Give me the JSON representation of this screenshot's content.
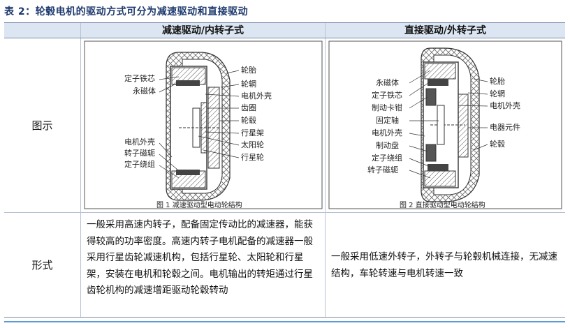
{
  "caption": "表 2：轮毂电机的驱动方式可分为减速驱动和直接驱动",
  "headers": {
    "col1": "减速驱动/内转子式",
    "col2": "直接驱动/外转子式"
  },
  "rows": {
    "figure_label": "图示",
    "form_label": "形式"
  },
  "figure1": {
    "caption": "图 1 减速驱动型电动轮结构",
    "left_labels": [
      "定子铁芯",
      "永磁体",
      "电机外壳",
      "转子磁轭",
      "定子绕组"
    ],
    "right_labels": [
      "轮胎",
      "轮辋",
      "电机外壳",
      "齿圈",
      "轮毂",
      "行星架",
      "太阳轮",
      "行星轮"
    ]
  },
  "figure2": {
    "caption": "图 2 直接驱动型电动轮结构",
    "left_labels": [
      "永磁体",
      "定子铁芯",
      "制动卡钳",
      "固定轴",
      "电机外壳",
      "制动盘",
      "定子绕组",
      "转子磁轭"
    ],
    "right_labels": [
      "轮胎",
      "轮辋",
      "电机外壳",
      "电器元件",
      "轮毂"
    ]
  },
  "form": {
    "reduction": "一般采用高速内转子，配备固定传动比的减速器，能获得较高的功率密度。高速内转子电机配备的减速器一般采用行星齿轮减速机构，包括行星轮、太阳轮和行星架，安装在电机和轮毂之间。电机输出的转矩通过行星齿轮机构的减速增距驱动轮毂转动",
    "direct": "一般采用低速外转子，外转子与轮毂机械连接，无减速结构，车轮转速与电机转速一致"
  }
}
